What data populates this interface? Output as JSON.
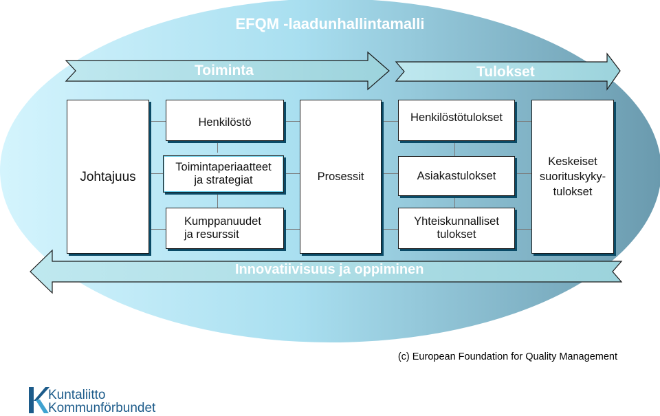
{
  "title": "EFQM -laadunhallintamalli",
  "arrows": {
    "left_top": "Toiminta",
    "right_top": "Tulokset",
    "bottom": "Innovatiivisuus ja oppiminen"
  },
  "boxes": {
    "johtajuus": "Johtajuus",
    "henkilosto": "Henkilöstö",
    "toimintaperiaatteet_1": "Toimintaperiaatteet",
    "toimintaperiaatteet_2": "ja strategiat",
    "kumppanuudet_1": "Kumppanuudet",
    "kumppanuudet_2": "ja resurssit",
    "prosessit": "Prosessit",
    "henkilostotulokset": "Henkilöstötulokset",
    "asiakastulokset": "Asiakastulokset",
    "yhteiskunnalliset_1": "Yhteiskunnalliset",
    "yhteiskunnalliset_2": "tulokset",
    "keskeiset_1": "Keskeiset",
    "keskeiset_2": "suorituskyky-",
    "keskeiset_3": "tulokset"
  },
  "copyright": "(c) European Foundation for Quality Management",
  "logo": {
    "line1": "Kuntaliitto",
    "line2": "Kommunförbundet",
    "icon": "kuntaliitto-k-logo"
  },
  "colors": {
    "ellipse_left": "#c6eefb",
    "ellipse_right": "#6b9bb0",
    "arrow_fill": "#a8dce2",
    "box_shadow": "#0a4a66",
    "logo_blue": "#1c5b8a"
  }
}
